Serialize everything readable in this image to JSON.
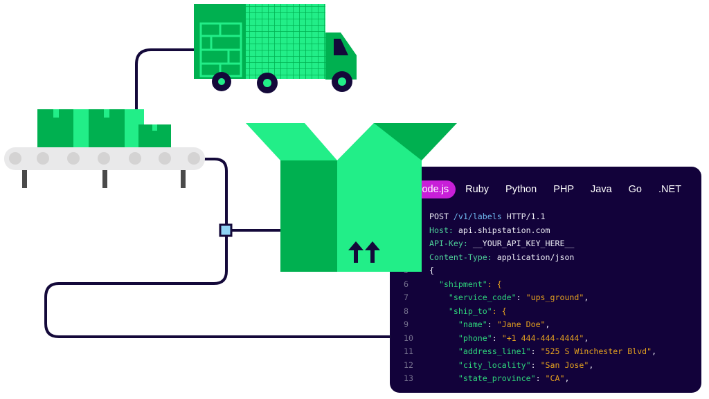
{
  "colors": {
    "panel": "#12023a",
    "accent": "#c81fd8",
    "green_light": "#22ee88",
    "green_dark": "#00b050",
    "cable": "#14093a"
  },
  "tabs": [
    {
      "label": "Node.js",
      "active": true
    },
    {
      "label": "Ruby"
    },
    {
      "label": "Python"
    },
    {
      "label": "PHP"
    },
    {
      "label": "Java"
    },
    {
      "label": "Go"
    },
    {
      "label": ".NET"
    }
  ],
  "code": [
    {
      "n": "",
      "tokens": [
        [
          "POST ",
          "plain"
        ],
        [
          "/v1/labels",
          "path"
        ],
        [
          " HTTP/1.1",
          "plain"
        ]
      ]
    },
    {
      "n": "",
      "tokens": [
        [
          "Host:",
          "hkey"
        ],
        [
          " api.shipstation.com",
          "plain"
        ]
      ]
    },
    {
      "n": "",
      "tokens": [
        [
          "API-Key:",
          "hkey"
        ],
        [
          " __YOUR_API_KEY_HERE__",
          "plain"
        ]
      ]
    },
    {
      "n": "",
      "tokens": [
        [
          "Content-Type:",
          "hkey"
        ],
        [
          " application/json",
          "plain"
        ]
      ]
    },
    {
      "n": "5",
      "tokens": [
        [
          "{",
          "plain"
        ]
      ]
    },
    {
      "n": "6",
      "tokens": [
        [
          "  \"shipment\"",
          "key"
        ],
        [
          ": {",
          "punc"
        ]
      ]
    },
    {
      "n": "7",
      "tokens": [
        [
          "    \"service_code\"",
          "key"
        ],
        [
          ": ",
          "plain"
        ],
        [
          "\"ups_ground\"",
          "str"
        ],
        [
          ",",
          "plain"
        ]
      ]
    },
    {
      "n": "8",
      "tokens": [
        [
          "    \"ship_to\"",
          "key"
        ],
        [
          ": {",
          "punc"
        ]
      ]
    },
    {
      "n": "9",
      "tokens": [
        [
          "      \"name\"",
          "key"
        ],
        [
          ": ",
          "plain"
        ],
        [
          "\"Jane Doe\"",
          "str"
        ],
        [
          ",",
          "plain"
        ]
      ]
    },
    {
      "n": "10",
      "tokens": [
        [
          "      \"phone\"",
          "key"
        ],
        [
          ": ",
          "plain"
        ],
        [
          "\"+1 444-444-4444\"",
          "str"
        ],
        [
          ",",
          "plain"
        ]
      ]
    },
    {
      "n": "11",
      "tokens": [
        [
          "      \"address_line1\"",
          "key"
        ],
        [
          ": ",
          "plain"
        ],
        [
          "\"525 S Winchester Blvd\"",
          "str"
        ],
        [
          ",",
          "plain"
        ]
      ]
    },
    {
      "n": "12",
      "tokens": [
        [
          "      \"city_locality\"",
          "key"
        ],
        [
          ": ",
          "plain"
        ],
        [
          "\"San Jose\"",
          "str"
        ],
        [
          ",",
          "plain"
        ]
      ]
    },
    {
      "n": "13",
      "tokens": [
        [
          "      \"state_province\"",
          "key"
        ],
        [
          ": ",
          "plain"
        ],
        [
          "\"CA\"",
          "str"
        ],
        [
          ",",
          "plain"
        ]
      ]
    }
  ]
}
